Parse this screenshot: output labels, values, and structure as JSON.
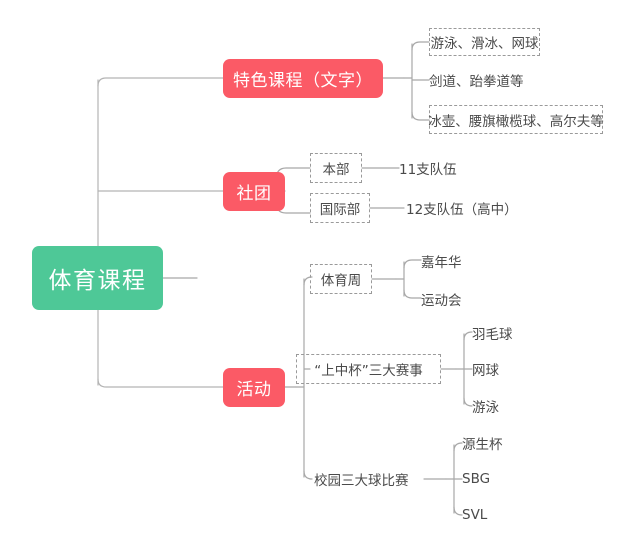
{
  "diagram": {
    "type": "mindmap",
    "title": "体育课程",
    "orientation": "left-to-right",
    "colors": {
      "root_fill": "#4ec897",
      "primary_fill": "#fb5a66",
      "edge": "#a8a8a8",
      "dashed_border": "#9a9a9a",
      "text_dark": "#4a4a4a",
      "text_light": "#ffffff",
      "background": "#ffffff"
    }
  },
  "root": {
    "label": "体育课程"
  },
  "branches": [
    {
      "id": "tese-kecheng",
      "label": "特色课程（文字）",
      "style": "primary",
      "children": [
        {
          "id": "tese-1",
          "label": "游泳、滑冰、网球",
          "style": "dashed"
        },
        {
          "id": "tese-2",
          "label": "剑道、跆拳道等",
          "style": "plain"
        },
        {
          "id": "tese-3",
          "label": "冰壶、腰旗橄榄球、高尔夫等",
          "style": "dashed"
        }
      ]
    },
    {
      "id": "shetuan",
      "label": "社团",
      "style": "primary",
      "children": [
        {
          "id": "benbu",
          "label": "本部",
          "style": "dashed",
          "children": [
            {
              "id": "benbu-1",
              "label": "11支队伍",
              "style": "plain"
            }
          ]
        },
        {
          "id": "guojibu",
          "label": "国际部",
          "style": "dashed",
          "children": [
            {
              "id": "guojibu-1",
              "label": "12支队伍（高中）",
              "style": "plain"
            }
          ]
        }
      ]
    },
    {
      "id": "huodong",
      "label": "活动",
      "style": "primary",
      "children": [
        {
          "id": "tiyuzhou",
          "label": "体育周",
          "style": "dashed",
          "children": [
            {
              "id": "jianianhua",
              "label": "嘉年华",
              "style": "plain"
            },
            {
              "id": "yundonghui",
              "label": "运动会",
              "style": "plain"
            }
          ]
        },
        {
          "id": "shangzhongbei",
          "label": "“上中杯”三大赛事",
          "style": "dashed",
          "children": [
            {
              "id": "yumaoqiu",
              "label": "羽毛球",
              "style": "plain"
            },
            {
              "id": "wangqiu",
              "label": "网球",
              "style": "plain"
            },
            {
              "id": "youyong",
              "label": "游泳",
              "style": "plain"
            }
          ]
        },
        {
          "id": "xiaoyuan",
          "label": "校园三大球比赛",
          "style": "plain",
          "children": [
            {
              "id": "yuanshengbei",
              "label": "源生杯",
              "style": "plain"
            },
            {
              "id": "sbg",
              "label": "SBG",
              "style": "plain"
            },
            {
              "id": "svl",
              "label": "SVL",
              "style": "plain"
            }
          ]
        }
      ]
    }
  ]
}
